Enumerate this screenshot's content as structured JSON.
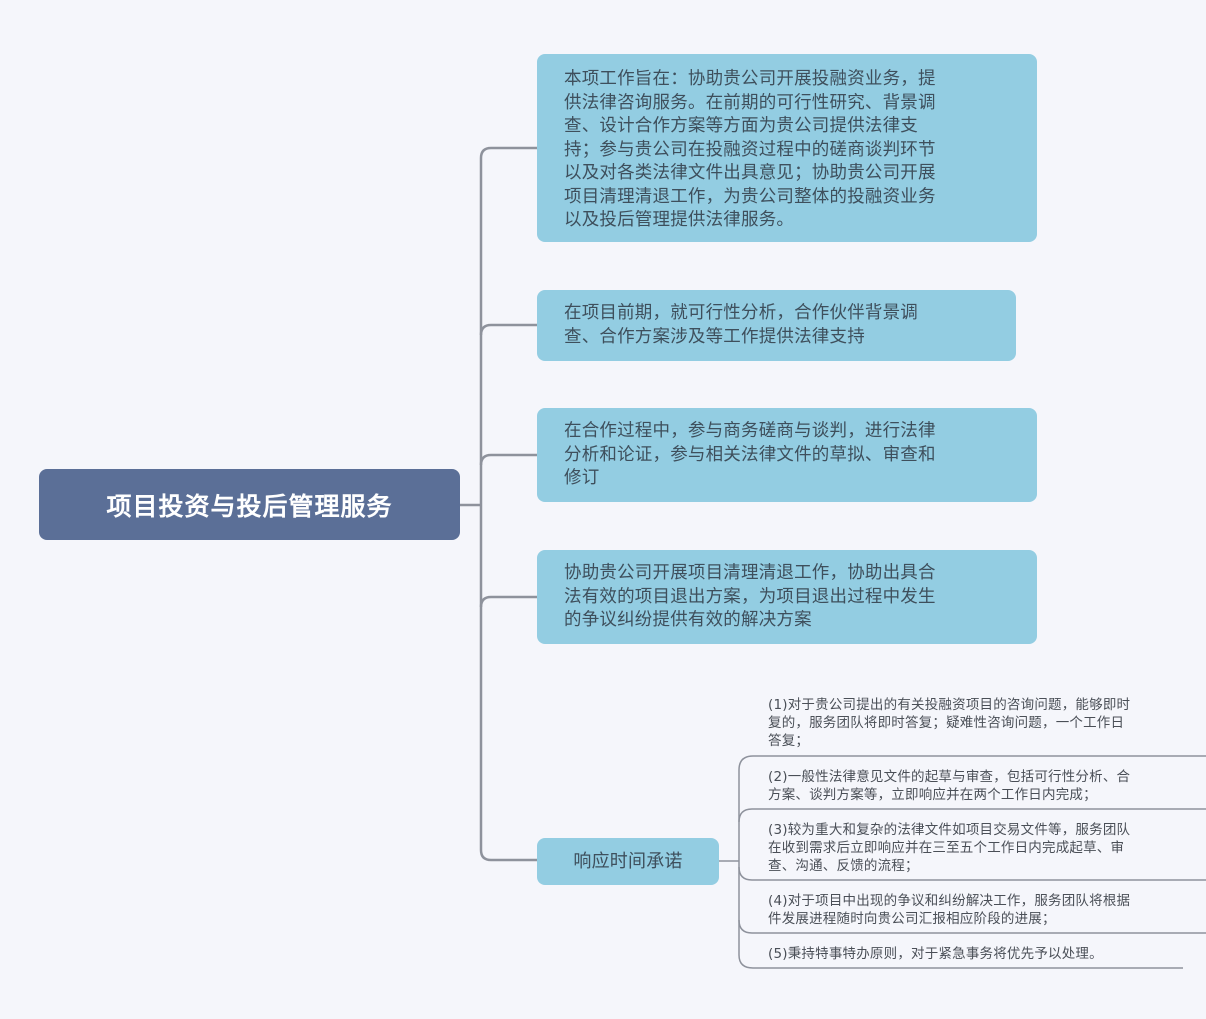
{
  "mindmap": {
    "root": {
      "label": "项目投资与投后管理服务",
      "color": "#5b6f97"
    },
    "branch_color": "#93cde2",
    "line_color": "#8e929c",
    "branches": [
      {
        "lines": [
          "本项工作旨在：协助贵公司开展投融资业务，提",
          "供法律咨询服务。在前期的可行性研究、背景调",
          "查、设计合作方案等方面为贵公司提供法律支",
          "持；参与贵公司在投融资过程中的磋商谈判环节",
          "以及对各类法律文件出具意见；协助贵公司开展",
          "项目清理清退工作，为贵公司整体的投融资业务",
          "以及投后管理提供法律服务。"
        ]
      },
      {
        "lines": [
          "在项目前期，就可行性分析，合作伙伴背景调",
          "查、合作方案涉及等工作提供法律支持"
        ]
      },
      {
        "lines": [
          "在合作过程中，参与商务磋商与谈判，进行法律",
          "分析和论证，参与相关法律文件的草拟、审查和",
          "修订"
        ]
      },
      {
        "lines": [
          "协助贵公司开展项目清理清退工作，协助出具合",
          "法有效的项目退出方案，为项目退出过程中发生",
          "的争议纠纷提供有效的解决方案"
        ]
      },
      {
        "label": "响应时间承诺",
        "children": [
          {
            "lines": [
              "(1)对于贵公司提出的有关投融资项目的咨询问题，能够即时",
              "复的，服务团队将即时答复；疑难性咨询问题，一个工作日",
              "答复；"
            ]
          },
          {
            "lines": [
              "(2)一般性法律意见文件的起草与审查，包括可行性分析、合",
              "方案、谈判方案等，立即响应并在两个工作日内完成；"
            ]
          },
          {
            "lines": [
              "(3)较为重大和复杂的法律文件如项目交易文件等，服务团队",
              "在收到需求后立即响应并在三至五个工作日内完成起草、审",
              "查、沟通、反馈的流程；"
            ]
          },
          {
            "lines": [
              "(4)对于项目中出现的争议和纠纷解决工作，服务团队将根据",
              "件发展进程随时向贵公司汇报相应阶段的进展；"
            ]
          },
          {
            "lines": [
              "(5)秉持特事特办原则，对于紧急事务将优先予以处理。"
            ]
          }
        ]
      }
    ]
  }
}
